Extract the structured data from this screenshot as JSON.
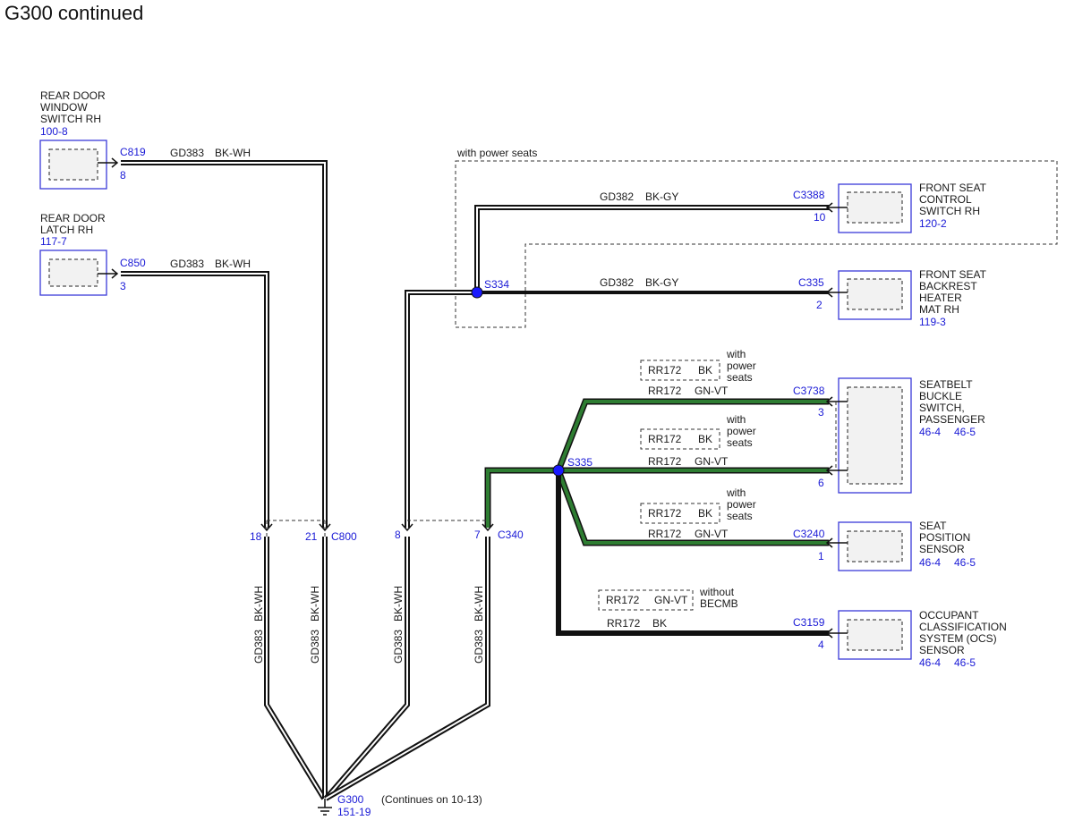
{
  "title": "G300 continued",
  "components": {
    "rear_door_window_switch": {
      "name": [
        "REAR DOOR",
        "WINDOW",
        "SWITCH RH"
      ],
      "ref": "100-8",
      "connector": "C819",
      "pin": "8"
    },
    "rear_door_latch": {
      "name": [
        "REAR DOOR",
        "LATCH RH"
      ],
      "ref": "117-7",
      "connector": "C850",
      "pin": "3"
    },
    "front_seat_control_switch": {
      "name": [
        "FRONT SEAT",
        "CONTROL",
        "SWITCH RH"
      ],
      "ref": "120-2",
      "connector": "C3388",
      "pin": "10"
    },
    "front_seat_backrest_heater": {
      "name": [
        "FRONT SEAT",
        "BACKREST",
        "HEATER",
        "MAT RH"
      ],
      "ref": "119-3",
      "connector": "C335",
      "pin": "2"
    },
    "seatbelt_buckle_switch": {
      "name": [
        "SEATBELT",
        "BUCKLE",
        "SWITCH,",
        "PASSENGER"
      ],
      "ref1": "46-4",
      "ref2": "46-5",
      "connector": "C3738",
      "pin_a": "3",
      "pin_b": "6"
    },
    "seat_position_sensor": {
      "name": [
        "SEAT",
        "POSITION",
        "SENSOR"
      ],
      "ref1": "46-4",
      "ref2": "46-5",
      "connector": "C3240",
      "pin": "1"
    },
    "ocs_sensor": {
      "name": [
        "OCCUPANT",
        "CLASSIFICATION",
        "SYSTEM (OCS)",
        "SENSOR"
      ],
      "ref1": "46-4",
      "ref2": "46-5",
      "connector": "C3159",
      "pin": "4"
    }
  },
  "wires": {
    "gd383": "GD383",
    "bk_wh": "BK-WH",
    "gd382": "GD382",
    "bk_gy": "BK-GY",
    "rr172": "RR172",
    "gn_vt": "GN-VT",
    "bk": "BK"
  },
  "options": {
    "with_power_seats": "with power seats",
    "with_power_seats_lines": [
      "with",
      "power",
      "seats"
    ],
    "without_becmb_lines": [
      "without",
      "BECMB"
    ]
  },
  "splices": {
    "s334": "S334",
    "s335": "S335"
  },
  "inline_connectors": {
    "c800": "C800",
    "c800_pin_a": "18",
    "c800_pin_b": "21",
    "c340": "C340",
    "c340_pin_a": "8",
    "c340_pin_b": "7"
  },
  "ground": {
    "name": "G300",
    "ref": "151-19",
    "note": "(Continues on 10-13)"
  },
  "colors": {
    "wire_black": "#111111",
    "wire_green": "#2e7d32",
    "connector_blue": "#1a1ad6",
    "splice_blue": "#1a1aff"
  }
}
